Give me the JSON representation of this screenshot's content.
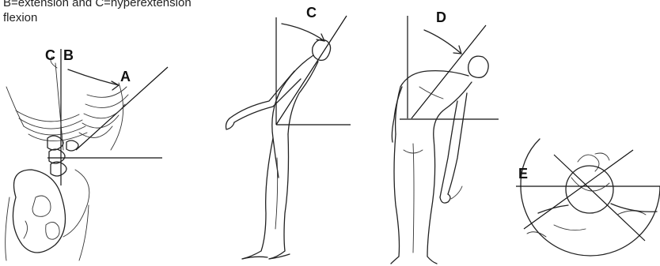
{
  "caption": {
    "line1": "B=extension and C=hyperextension",
    "line2": "flexion"
  },
  "labels": {
    "a": "A",
    "b": "B",
    "c1": "C",
    "c2": "C",
    "d": "D",
    "e": "E"
  }
}
